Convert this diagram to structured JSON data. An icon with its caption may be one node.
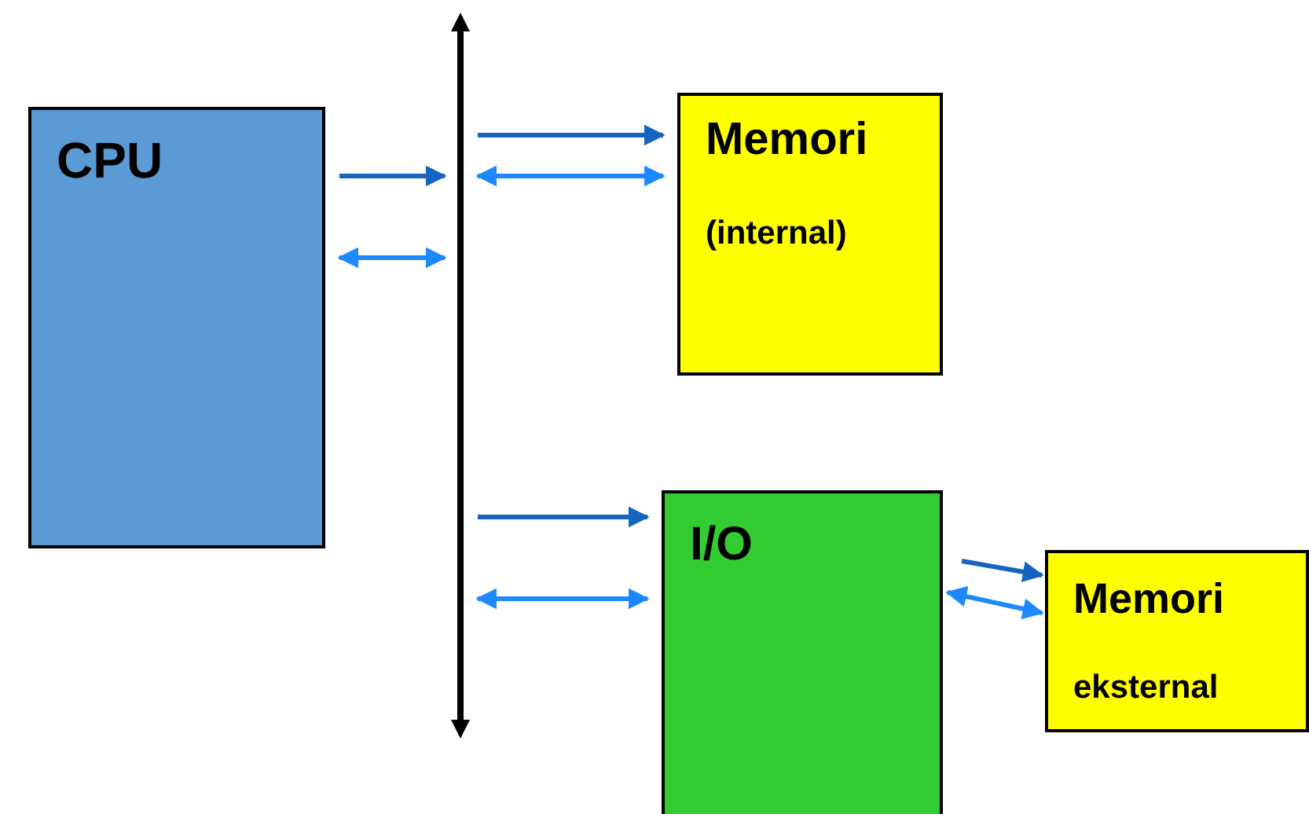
{
  "diagram": {
    "nodes": [
      {
        "text": [
          "CPU"
        ]
      },
      {
        "text": [
          "Memori",
          "(internal)"
        ]
      },
      {
        "text": [
          "I/O"
        ]
      },
      {
        "text": [
          "Memori",
          "eksternal"
        ]
      },
      {
        "text": [],
        "shape": "bar"
      }
    ],
    "edges": [
      {
        "from": 0,
        "to": 4,
        "arrow": "to"
      },
      {
        "from": 0,
        "to": 4,
        "arrow": "both",
        "color": "#1e88ff"
      },
      {
        "from": 4,
        "to": 1,
        "arrow": "to"
      },
      {
        "from": 4,
        "to": 1,
        "arrow": "both",
        "color": "#1e88ff"
      },
      {
        "from": 4,
        "to": 2,
        "arrow": "to"
      },
      {
        "from": 4,
        "to": 2,
        "arrow": "both",
        "color": "#1e88ff"
      },
      {
        "from": 2,
        "to": 3,
        "arrow": "to"
      },
      {
        "from": 2,
        "to": 3,
        "arrow": "both",
        "color": "#1e88ff"
      }
    ]
  }
}
